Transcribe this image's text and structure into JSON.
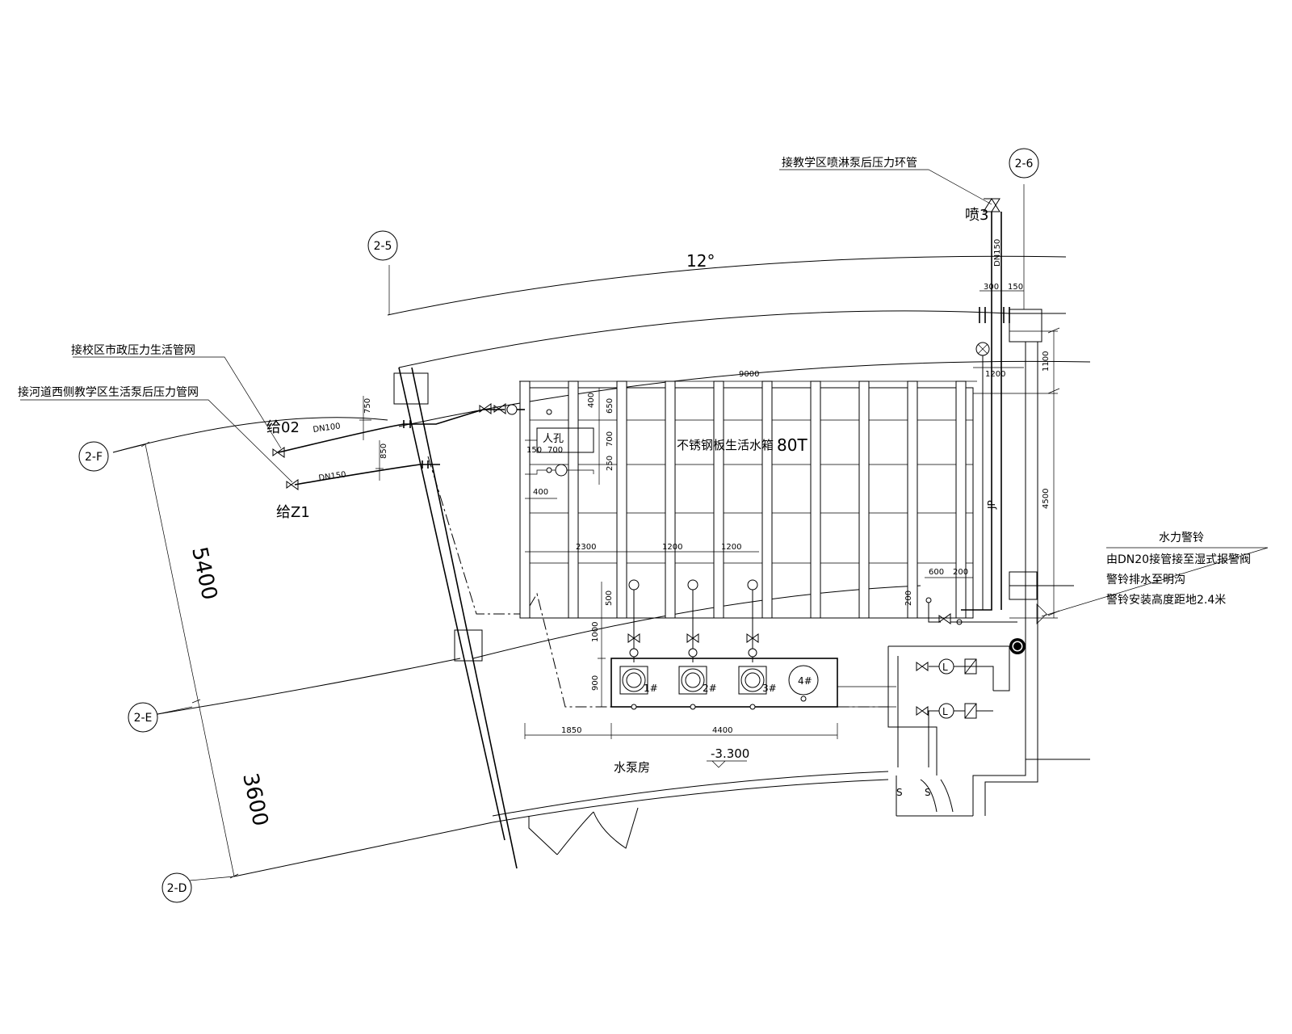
{
  "axes": {
    "a25": "2-5",
    "a26": "2-6",
    "aF": "2-F",
    "aE": "2-E",
    "aD": "2-D"
  },
  "notes": {
    "spray_loop": "接教学区喷淋泵后压力环管",
    "municipal": "接校区市政压力生活管网",
    "west_pump": "接河道西侧教学区生活泵后压力管网",
    "tank": "不锈钢板生活水箱",
    "tank_cap": "80T",
    "manhole": "人孔",
    "alarm_title": "水力警铃",
    "alarm_line1": "由DN20接管接至湿式报警阀",
    "alarm_line2": "警铃排水至明沟",
    "alarm_line3": "警铃安装高度距地2.4米",
    "pump_room": "水泵房",
    "level": "-3.300"
  },
  "pipes": {
    "gei02": "给02",
    "geiZ1": "给Z1",
    "pen3": "喷3",
    "dn100": "DN100",
    "dn150a": "DN150",
    "dn150b": "DN150"
  },
  "pumps": [
    "1#",
    "2#",
    "3#",
    "4#"
  ],
  "symbols": {
    "L": "L",
    "s": "S"
  },
  "dims": {
    "angle": "12°",
    "d5400": "5400",
    "d3600": "3600",
    "d9000": "9000",
    "d1200top": "1200",
    "d1100": "1100",
    "d4500": "4500",
    "d300": "300",
    "d150top": "150",
    "d750": "750",
    "d850": "850",
    "d400a": "400",
    "d650": "650",
    "d700v": "700",
    "d250": "250",
    "d150": "150",
    "d700h": "700",
    "d400b": "400",
    "d2300": "2300",
    "d1200a": "1200",
    "d1200b": "1200",
    "d500": "500",
    "d1000": "1000",
    "d900": "900",
    "d1850": "1850",
    "d4400": "4400",
    "d600": "600",
    "d200a": "200",
    "d200b": "200"
  }
}
